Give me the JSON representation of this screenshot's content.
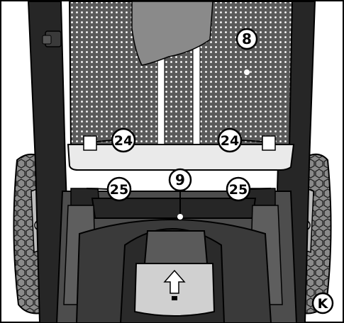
{
  "figure_letter": "K",
  "callouts": {
    "c8": "8",
    "c9": "9",
    "c24_left": "24",
    "c24_right": "24",
    "c25_left": "25",
    "c25_right": "25"
  },
  "colors": {
    "outline": "#000000",
    "tire": "#8a8a8a",
    "frame_dark": "#262626",
    "deck": "#4d4d4d",
    "grass_bag": "#7a7a7a",
    "paper": "#ffffff"
  }
}
